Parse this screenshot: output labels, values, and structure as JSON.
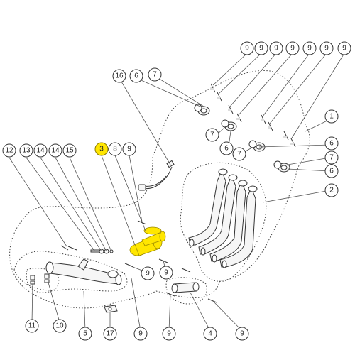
{
  "highlight_color": "#ffe600",
  "callouts": {
    "c1": "1",
    "c2": "2",
    "c3": "3",
    "c4": "4",
    "c5": "5",
    "c6a": "6",
    "c6b": "6",
    "c6c": "6",
    "c6d": "6",
    "c7a": "7",
    "c7b": "7",
    "c7c": "7",
    "c7d": "7",
    "c8": "8",
    "c9_r1": "9",
    "c9_r2": "9",
    "c9_r3": "9",
    "c9_r4": "9",
    "c9_r5": "9",
    "c9_r6": "9",
    "c9_r7": "9",
    "c9_top": "9",
    "c9_m1": "9",
    "c9_m2": "9",
    "c9_m3": "9",
    "c9_m4": "9",
    "c9_m5": "9",
    "c10": "10",
    "c11": "11",
    "c12": "12",
    "c13": "13",
    "c14a": "14",
    "c14b": "14",
    "c15": "15",
    "c16": "16",
    "c17": "17"
  }
}
